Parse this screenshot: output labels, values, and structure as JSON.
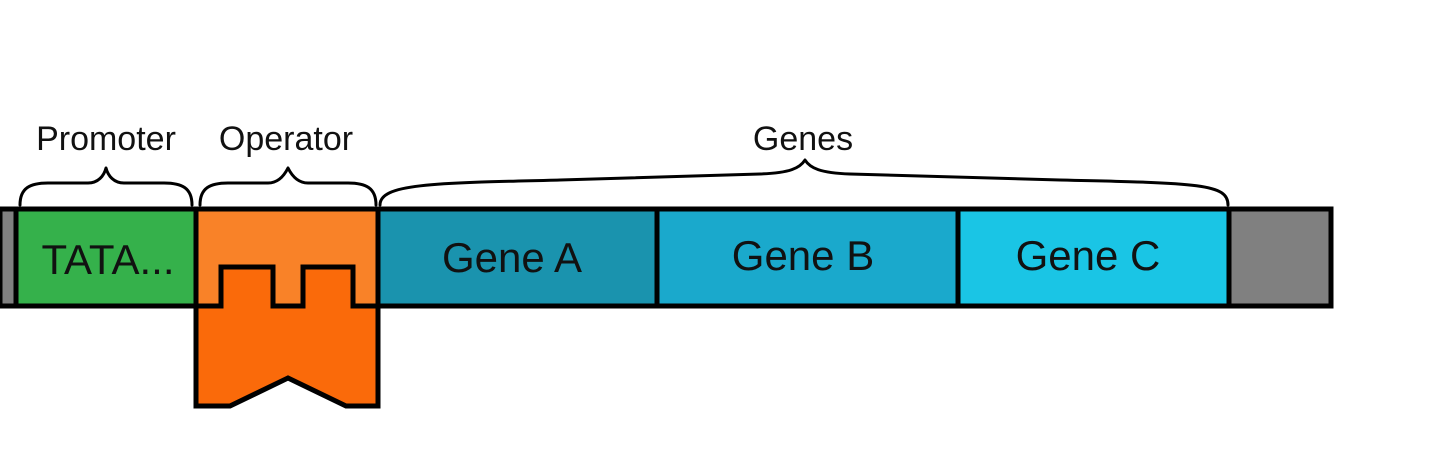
{
  "braces": {
    "promoter": "Promoter",
    "operator": "Operator",
    "genes": "Genes"
  },
  "blocks": {
    "promoter": "TATA...",
    "gene_a": "Gene A",
    "gene_b": "Gene B",
    "gene_c": "Gene C"
  },
  "colors": {
    "promoter": "#35b14b",
    "operator": "#f98228",
    "repressor": "#fa6a0a",
    "gene_a": "#1a93ae",
    "gene_b": "#1aa9cc",
    "gene_c": "#1ac5e5",
    "dna_end": "#808080"
  }
}
